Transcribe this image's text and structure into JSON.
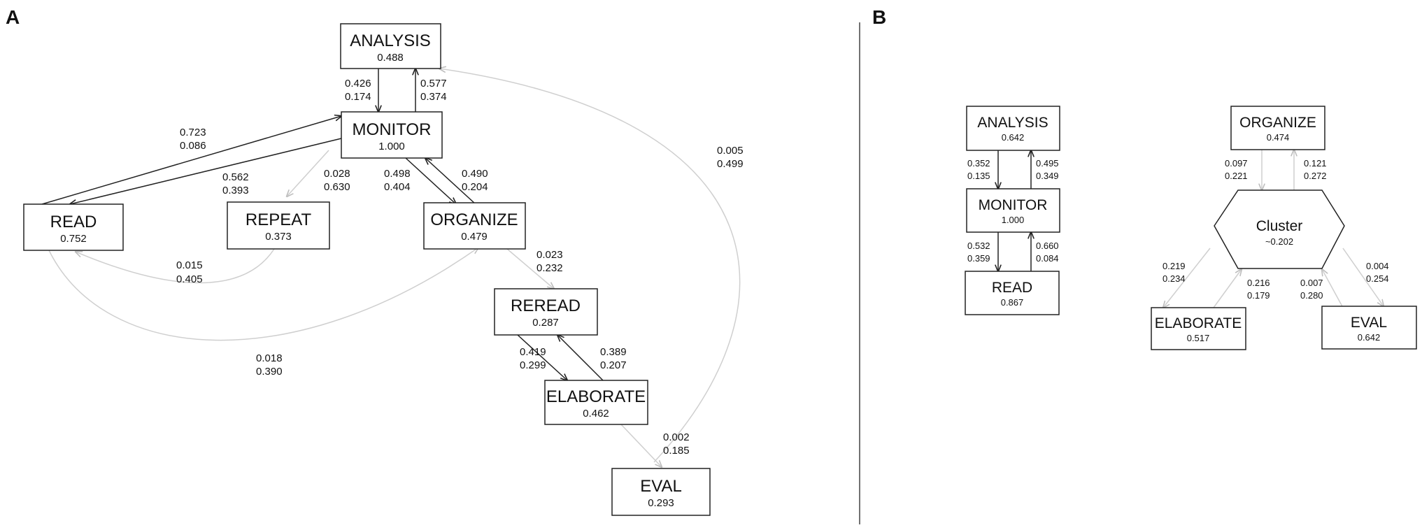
{
  "panel_a": {
    "letter": "A",
    "nodes": {
      "analysis": {
        "label": "ANALYSIS",
        "value": "0.488"
      },
      "monitor": {
        "label": "MONITOR",
        "value": "1.000"
      },
      "read": {
        "label": "READ",
        "value": "0.752"
      },
      "repeat": {
        "label": "REPEAT",
        "value": "0.373"
      },
      "organize": {
        "label": "ORGANIZE",
        "value": "0.479"
      },
      "reread": {
        "label": "REREAD",
        "value": "0.287"
      },
      "elaborate": {
        "label": "ELABORATE",
        "value": "0.462"
      },
      "eval": {
        "label": "EVAL",
        "value": "0.293"
      }
    },
    "edges": {
      "analysis_monitor": [
        "0.426",
        "0.174"
      ],
      "monitor_analysis": [
        "0.577",
        "0.374"
      ],
      "read_monitor": [
        "0.723",
        "0.086"
      ],
      "monitor_read": [
        "0.562",
        "0.393"
      ],
      "monitor_repeat": [
        "0.028",
        "0.630"
      ],
      "monitor_organize": [
        "0.498",
        "0.404"
      ],
      "organize_monitor": [
        "0.490",
        "0.204"
      ],
      "eval_analysis": [
        "0.005",
        "0.499"
      ],
      "repeat_read": [
        "0.015",
        "0.405"
      ],
      "read_organize": [
        "0.018",
        "0.390"
      ],
      "organize_reread": [
        "0.023",
        "0.232"
      ],
      "reread_elaborate": [
        "0.419",
        "0.299"
      ],
      "elaborate_reread": [
        "0.389",
        "0.207"
      ],
      "elaborate_eval": [
        "0.002",
        "0.185"
      ]
    }
  },
  "panel_b": {
    "letter": "B",
    "nodes": {
      "analysis": {
        "label": "ANALYSIS",
        "value": "0.642"
      },
      "monitor": {
        "label": "MONITOR",
        "value": "1.000"
      },
      "read": {
        "label": "READ",
        "value": "0.867"
      },
      "organize": {
        "label": "ORGANIZE",
        "value": "0.474"
      },
      "cluster": {
        "label": "Cluster",
        "value": "~0.202"
      },
      "elaborate": {
        "label": "ELABORATE",
        "value": "0.517"
      },
      "eval": {
        "label": "EVAL",
        "value": "0.642"
      }
    },
    "edges": {
      "analysis_monitor": [
        "0.352",
        "0.135"
      ],
      "monitor_analysis": [
        "0.495",
        "0.349"
      ],
      "monitor_read": [
        "0.532",
        "0.359"
      ],
      "read_monitor": [
        "0.660",
        "0.084"
      ],
      "organize_cluster": [
        "0.097",
        "0.221"
      ],
      "cluster_organize": [
        "0.121",
        "0.272"
      ],
      "cluster_elaborate": [
        "0.219",
        "0.234"
      ],
      "elaborate_cluster": [
        "0.216",
        "0.179"
      ],
      "eval_cluster": [
        "0.007",
        "0.280"
      ],
      "cluster_eval": [
        "0.004",
        "0.254"
      ]
    }
  },
  "colors": {
    "dark_edge": "#222222",
    "light_edge": "#cfcfcf",
    "box_stroke": "#222222"
  }
}
